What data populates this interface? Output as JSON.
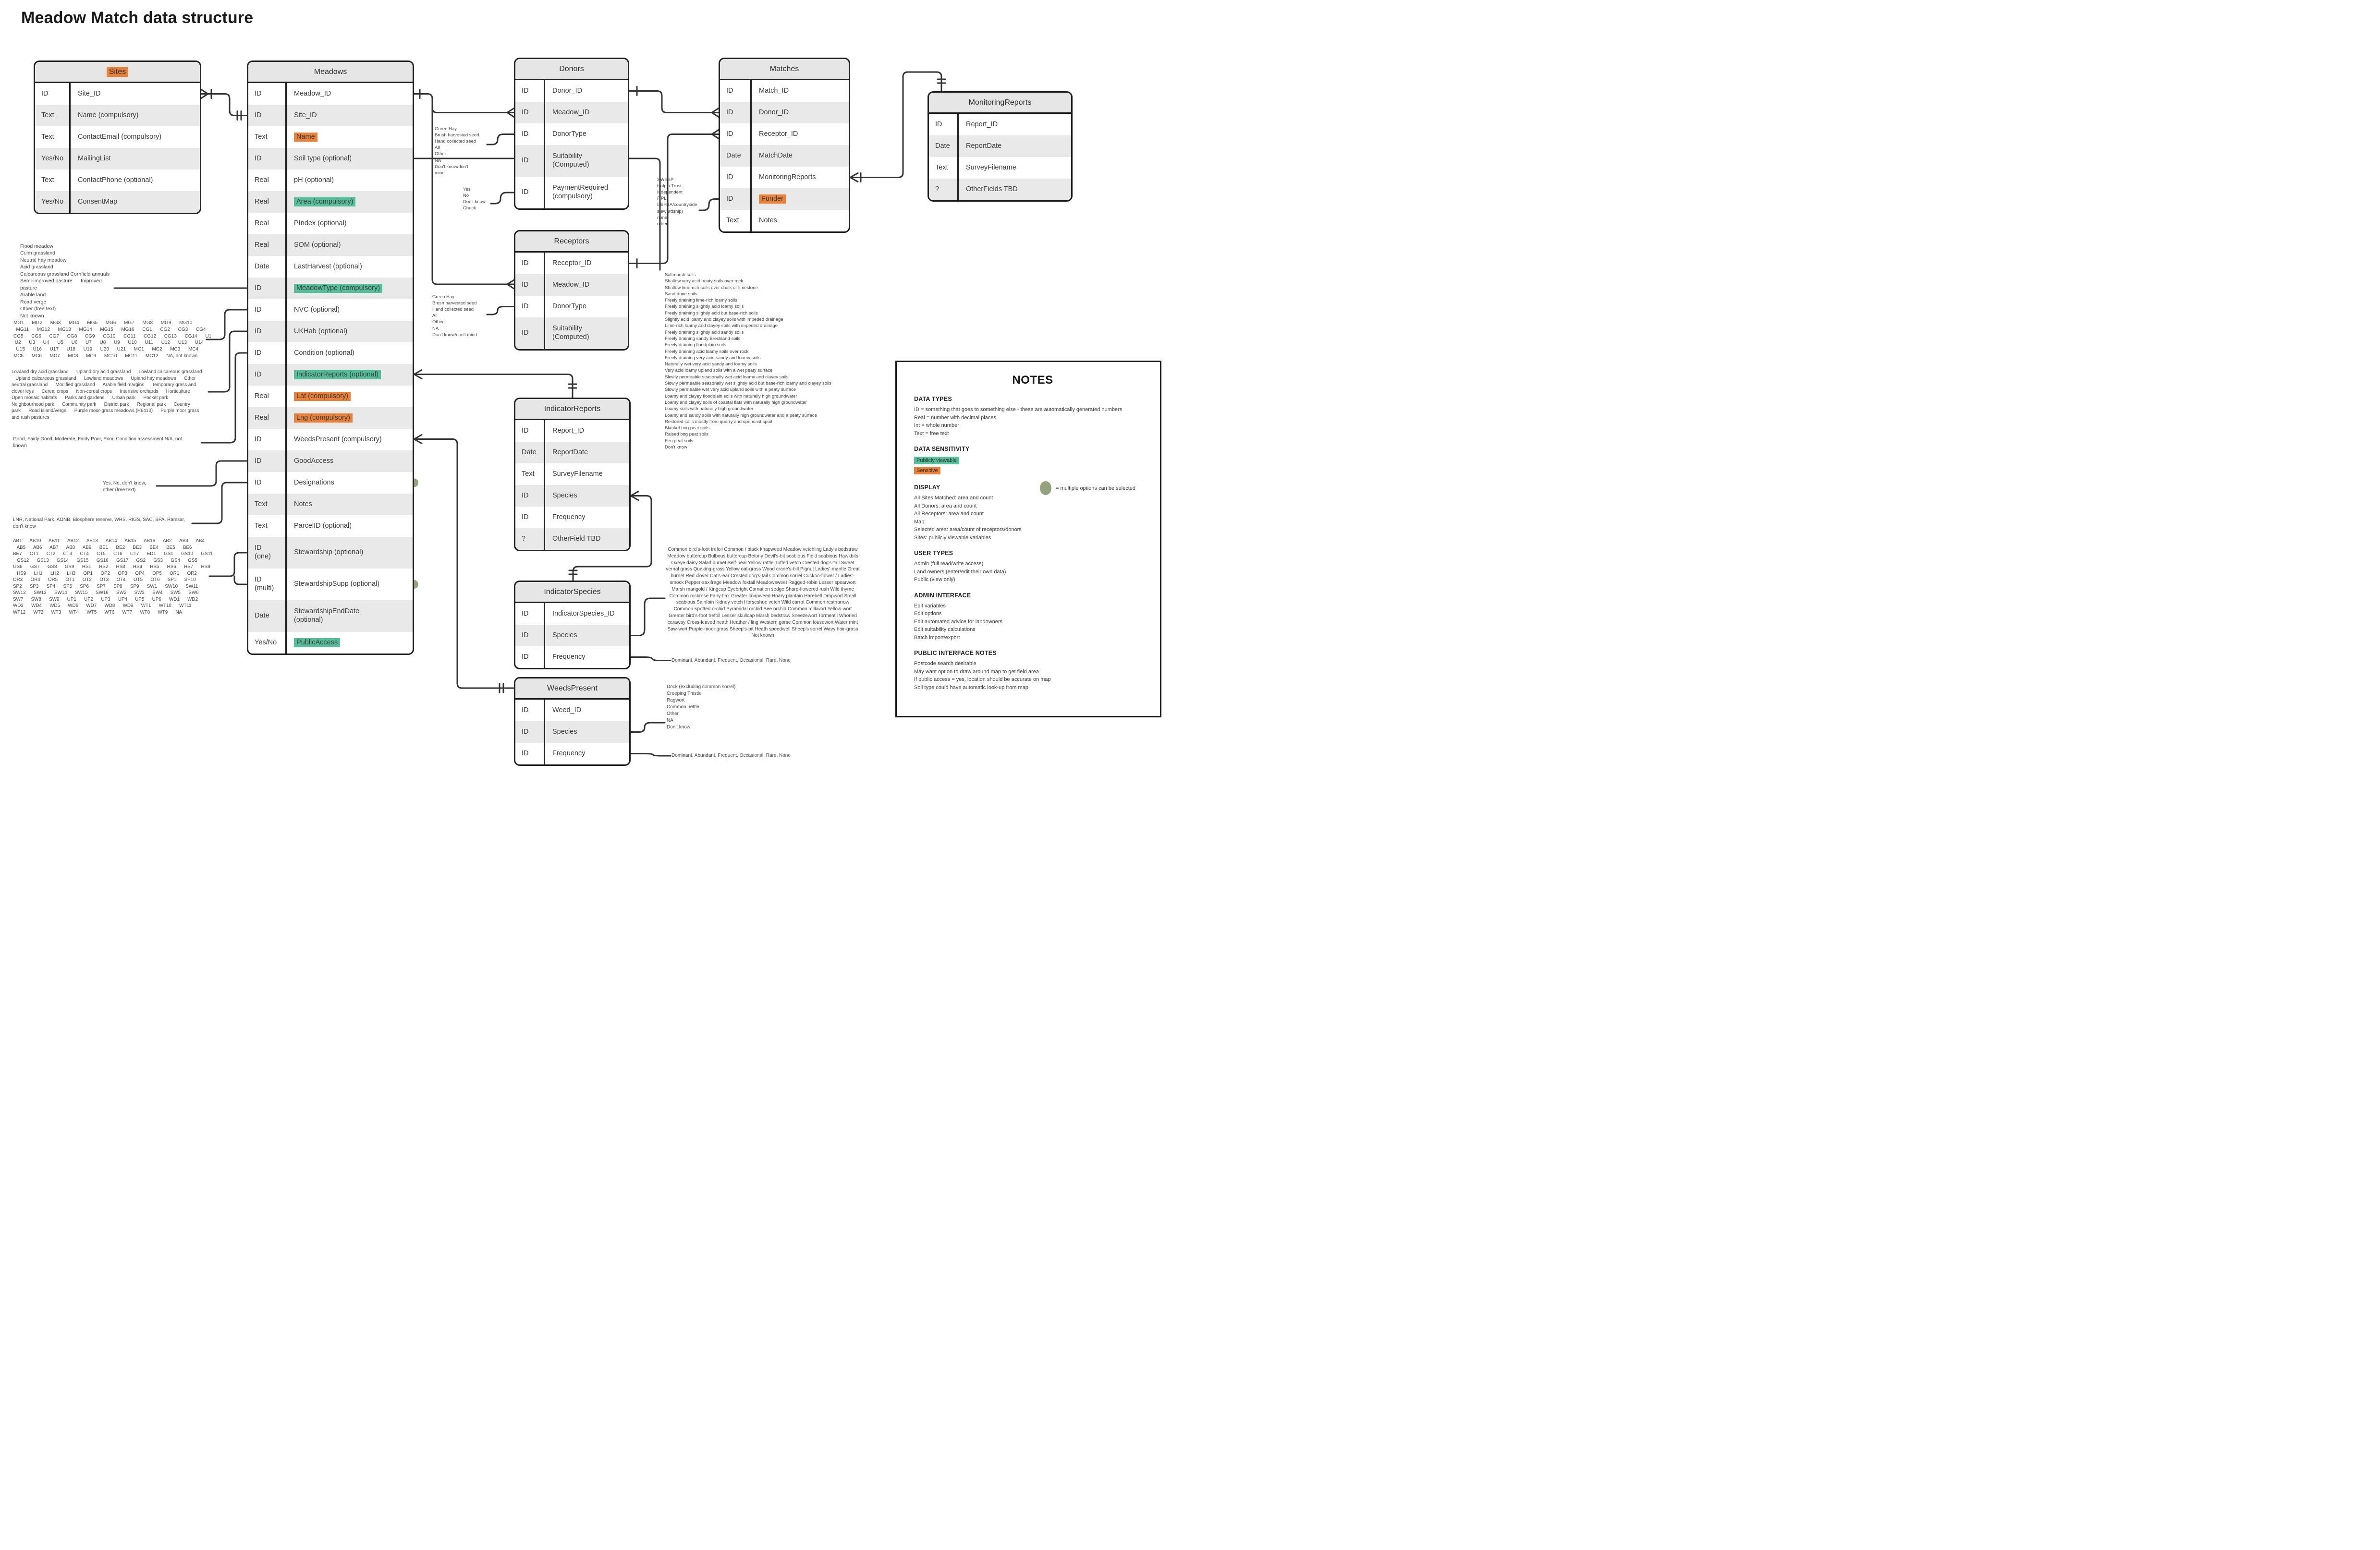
{
  "title": "Meadow Match data structure",
  "colors": {
    "orange_highlight": "#E8813C",
    "green_highlight": "#57BE9C",
    "multi_option_dot": "#94A37D"
  },
  "tables": {
    "sites": {
      "title": "Sites",
      "rows": [
        {
          "type": "ID",
          "name": "Site_ID"
        },
        {
          "type": "Text",
          "name": "Name (compulsory)"
        },
        {
          "type": "Text",
          "name": "ContactEmail (compulsory)"
        },
        {
          "type": "Yes/No",
          "name": "MailingList"
        },
        {
          "type": "Text",
          "name": "ContactPhone (optional)"
        },
        {
          "type": "Yes/No",
          "name": "ConsentMap"
        }
      ]
    },
    "meadows": {
      "title": "Meadows",
      "rows": [
        {
          "type": "ID",
          "name": "Meadow_ID"
        },
        {
          "type": "ID",
          "name": "Site_ID"
        },
        {
          "type": "Text",
          "name": "Name",
          "hl": "orange"
        },
        {
          "type": "ID",
          "name": "Soil type (optional)"
        },
        {
          "type": "Real",
          "name": "pH (optional)"
        },
        {
          "type": "Real",
          "name": "Area (compulsory)",
          "hl": "green"
        },
        {
          "type": "Real",
          "name": "PIndex (optional)"
        },
        {
          "type": "Real",
          "name": "SOM (optional)"
        },
        {
          "type": "Date",
          "name": "LastHarvest (optional)"
        },
        {
          "type": "ID",
          "name": "MeadowType (compulsory)",
          "hl": "green"
        },
        {
          "type": "ID",
          "name": "NVC (optional)"
        },
        {
          "type": "ID",
          "name": "UKHab (optional)"
        },
        {
          "type": "ID",
          "name": "Condition (optional)"
        },
        {
          "type": "ID",
          "name": "IndicatorReports (optional)",
          "hl": "green"
        },
        {
          "type": "Real",
          "name": "Lat (compulsory)",
          "hl": "orange"
        },
        {
          "type": "Real",
          "name": "Lng (compulsory)",
          "hl": "orange"
        },
        {
          "type": "ID",
          "name": "WeedsPresent (compulsory)"
        },
        {
          "type": "ID",
          "name": "GoodAccess"
        },
        {
          "type": "ID",
          "name": "Designations",
          "dot": true
        },
        {
          "type": "Text",
          "name": "Notes"
        },
        {
          "type": "Text",
          "name": "ParcelID (optional)"
        },
        {
          "type": "ID\n(one)",
          "name": "Stewardship (optional)",
          "tall": true
        },
        {
          "type": "ID\n(multi)",
          "name": "StewardshipSupp (optional)",
          "tall": true,
          "dot": true
        },
        {
          "type": "Date",
          "name": "StewardshipEndDate\n(optional)",
          "tall": true
        },
        {
          "type": "Yes/No",
          "name": "PublicAccess",
          "hl": "green"
        }
      ]
    },
    "donors": {
      "title": "Donors",
      "rows": [
        {
          "type": "ID",
          "name": "Donor_ID"
        },
        {
          "type": "ID",
          "name": "Meadow_ID"
        },
        {
          "type": "ID",
          "name": "DonorType"
        },
        {
          "type": "ID",
          "name": "Suitability\n(Computed)",
          "tall": true
        },
        {
          "type": "ID",
          "name": "PaymentRequired\n(compulsory)",
          "tall": true
        }
      ]
    },
    "receptors": {
      "title": "Receptors",
      "rows": [
        {
          "type": "ID",
          "name": "Receptor_ID"
        },
        {
          "type": "ID",
          "name": "Meadow_ID"
        },
        {
          "type": "ID",
          "name": "DonorType"
        },
        {
          "type": "ID",
          "name": "Suitability\n(Computed)",
          "tall": true
        }
      ]
    },
    "matches": {
      "title": "Matches",
      "rows": [
        {
          "type": "ID",
          "name": "Match_ID"
        },
        {
          "type": "ID",
          "name": "Donor_ID"
        },
        {
          "type": "ID",
          "name": "Receptor_ID"
        },
        {
          "type": "Date",
          "name": "MatchDate"
        },
        {
          "type": "ID",
          "name": "MonitoringReports"
        },
        {
          "type": "ID",
          "name": "Funder",
          "hl": "orange"
        },
        {
          "type": "Text",
          "name": "Notes"
        }
      ]
    },
    "monitoring_reports": {
      "title": "MonitoringReports",
      "rows": [
        {
          "type": "ID",
          "name": "Report_ID"
        },
        {
          "type": "Date",
          "name": "ReportDate"
        },
        {
          "type": "Text",
          "name": "SurveyFilename"
        },
        {
          "type": "?",
          "name": "OtherFields TBD"
        }
      ]
    },
    "indicator_reports": {
      "title": "IndicatorReports",
      "rows": [
        {
          "type": "ID",
          "name": "Report_ID"
        },
        {
          "type": "Date",
          "name": "ReportDate"
        },
        {
          "type": "Text",
          "name": "SurveyFilename"
        },
        {
          "type": "ID",
          "name": "Species"
        },
        {
          "type": "ID",
          "name": "Frequency"
        },
        {
          "type": "?",
          "name": "OtherField TBD"
        }
      ]
    },
    "indicator_species": {
      "title": "IndicatorSpecies",
      "rows": [
        {
          "type": "ID",
          "name": "IndicatorSpecies_ID"
        },
        {
          "type": "ID",
          "name": "Species"
        },
        {
          "type": "ID",
          "name": "Frequency"
        }
      ]
    },
    "weeds_present": {
      "title": "WeedsPresent",
      "rows": [
        {
          "type": "ID",
          "name": "Weed_ID"
        },
        {
          "type": "ID",
          "name": "Species"
        },
        {
          "type": "ID",
          "name": "Frequency"
        }
      ]
    }
  },
  "annotations": {
    "meadow_type_options": [
      "Flood meadow",
      "Culm grassland",
      "Neutral hay meadow",
      "Acid grassland",
      "Calcareous grassland Cornfield annuals",
      "Semi-improved pasture      Improved",
      "pasture",
      "Arable land",
      "Road verge",
      "Other (free text)",
      "Not known"
    ],
    "nvc_options": [
      "MG1      MG2      MG3      MG4      MG5      MG6      MG7      MG8      MG9      MG10",
      "  MG11      MG12      MG13      MG14      MG15      MG16      CG1      CG2      CG3      CG4",
      "CG5      CG6      CG7      CG8      CG9      CG10      CG11      CG12      CG13      CG14      U1",
      " U2      U3      U4      U5      U6      U7      U8      U9      U10      U11      U12      U13      U14",
      "  U15      U16      U17      U18      U19      U20      U21      MC1      MC2      MC3      MC4",
      "MC5      MC6      MC7      MC8      MC9      MC10      MC11      MC12      NA, not known"
    ],
    "ukhab_options": [
      "Lowland dry acid grassland      Upland dry acid grassland      Lowland calcareous grassland",
      "   Upland calcareous grassland      Lowland meadows      Upland hay meadows      Other",
      "neutral grassland      Modified grassland      Arable field margins      Temporary grass and",
      "clover leys      Cereal crops      Non-cereal crops      Intensive orchards      Horticulture",
      "Open mosaic habitats      Parks and gardens      Urban park      Pocket park",
      "Neighbourhood park      Community park      District park      Regional park      Country",
      "park      Road island/verge      Purple moor-grass meadows (H6410)      Purple moor grass",
      "and rush pastures"
    ],
    "condition_options": [
      "Good, Fairly Good, Moderate, Fairly Poor, Poor, Condition assessment N/A, not",
      "known"
    ],
    "good_access_options": [
      "Yes, No, don't know,",
      "other (free text)"
    ],
    "designations_options": [
      "LNR, National Park, AONB, Biosphere reserve, WHS, RIGS, SAC, SPA, Ramsar,",
      "don't know"
    ],
    "stewardship_options": [
      "AB1      AB10      AB11      AB12      AB13      AB14      AB15      AB16      AB2      AB3      AB4",
      "   AB5      AB6      AB7      AB8      AB9      BE1      BE2      BE3      BE4      BE5      BE6",
      "BE7      CT1      CT2      CT3      CT4      CT5      CT6      CT7      ED1      GS1      GS10      GS11",
      "   GS12      GS13      GS14      GS15      GS16      GS17      GS2      GS3      GS4      GS5",
      "GS6      GS7      GS8      GS9      HS1      HS2      HS3      HS4      HS5      HS6      HS7      HS8",
      "   HS9      LH1      LH2      LH3      OP1      OP2      OP3      OP4      OP5      OR1      OR2",
      "OR3      OR4      OR5      OT1      OT2      OT3      OT4      OT5      OT6      SP1      SP10",
      "SP2      SP3      SP4      SP5      SP6      SP7      SP8      SP9      SW1      SW10      SW11",
      "SW12      SW13      SW14      SW15      SW16      SW2      SW3      SW4      SW5      SW6",
      "SW7      SW8      SW9      UP1      UP2      UP3      UP4      UP5      UP6      WD1      WD2",
      "WD3      WD4      WD5      WD6      WD7      WD8      WD9      WT1      WT10      WT11",
      "WT12      WT2      WT3      WT4      WT5      WT6      WT7      WT8      WT9      NA"
    ],
    "donor_type_options": [
      "Green Hay",
      "Brush harvested seed",
      "Hand collected seed",
      "All",
      "Other",
      "NA",
      "Don't know/don't",
      "mind"
    ],
    "payment_required_options": [
      "Yes",
      "No",
      "Don't know",
      "Check"
    ],
    "receptor_donor_type_options": [
      "Green Hay",
      "Brush harvested seed",
      "Hand collected seed",
      "All",
      "Other",
      "NA",
      "Don't know/don't mind"
    ],
    "funder_options": [
      "SWEEP",
      "Halpin Trust",
      "Independent",
      "FiPL",
      "DEFRA/countryside",
      "stewardship)",
      "none",
      "other"
    ],
    "soil_type_options": [
      "Saltmarsh soils",
      "Shallow very acid peaty soils over rock",
      "Shallow lime-rich soils over chalk or limestone",
      "Sand dune soils",
      "Freely draining lime-rich loamy soils",
      "Freely draining slightly acid loamy soils",
      "Freely draining slightly acid but base-rich soils",
      "Slightly acid loamy and clayey soils with impeded drainage",
      "Lime-rich loamy and clayey soils with impeded drainage",
      "Freely draining slightly acid sandy soils",
      "Freely draining sandy Breckland soils",
      "Freely draining floodplain soils",
      "Freely draining acid loamy soils over rock",
      "Freely draining very acid sandy and loamy soils",
      "Naturally wet very acid sandy and loamy soils",
      "Very acid loamy upland soils with a wet peaty surface",
      "Slowly permeable seasonally wet acid loamy and clayey soils",
      "Slowly permeable seasonally wet slightly acid but base-rich loamy and clayey soils",
      "Slowly permeable wet very acid upland soils with a peaty surface",
      "Loamy and clayey floodplain soils with naturally high groundwater",
      "Loamy and clayey soils of coastal flats with naturally high groundwater",
      "Loamy soils with naturally high groundwater",
      "Loamy and sandy soils with naturally high groundwater and a peaty surface",
      "Restored soils mostly from quarry and opencast spoil",
      "Blanket bog peat soils",
      "Raised bog peat soils",
      "Fen peat soils",
      "Don't know"
    ],
    "indicator_species_options": [
      "Common bird's-foot trefoil",
      "Common / black knapweed",
      "Meadow vetchling",
      "Lady's bedstraw",
      "Meadow buttercup",
      "Bulbous buttercup",
      "Betony",
      "Devil's-bit scabious",
      "Field scabious",
      "Hawkbits",
      "Oxeye daisy",
      "Salad burnet",
      "Self-heal",
      "Yellow rattle",
      "Tufted vetch",
      "Crested dog's-tail",
      "Sweet vernal grass",
      "Quaking-grass",
      "Yellow oat-grass",
      "Wood crane's-bill",
      "Pignut",
      "Ladies'-mantle",
      "Great burnet",
      "Red clover",
      "Cat's-ear",
      "Crested dog's-tail",
      "Common sorrel",
      "Cuckoo-flower / Ladies'- smock",
      "Pepper-saxifrage",
      "Meadow foxtail",
      "Meadowsweet",
      "Ragged-robin",
      "Lesser spearwort",
      "Marsh marigold / Kingcup",
      "Eyebright",
      "Carnation sedge",
      "Sharp-flowered rush",
      "Wild thyme",
      "Common rockrose",
      "Fairy-flax",
      "Greater knapweed",
      "Hoary plantain",
      "Harebell",
      "Dropwort",
      "Small scabious",
      "Sainfoin",
      "Kidney vetch",
      "Horseshoe vetch",
      "Wild carrot",
      "Common restharrow",
      "Common-spotted orchid",
      "Pyramidal orchid",
      "Bee orchid",
      "Common milkwort",
      "Yellow-wort",
      "Greater bird's-foot trefoil",
      "Lesser skullcap",
      "Marsh bedstraw",
      "Sneezewort",
      "Tormentil",
      "Whorled caraway",
      "Cross-leaved heath",
      "Heather / ling",
      "Western gorse",
      "Common lousewort",
      "Water mint",
      "Saw-wort",
      "Purple-moor grass",
      "Sheep's-bit",
      "Heath speedwell",
      "Sheep's sorrel",
      "Wavy hair-grass",
      "Not known"
    ],
    "indicator_frequency_options": "Dominant, Abundant, Frequent, Occasional, Rare, None",
    "weed_species_options": [
      "Dock (excluding common sorrel)",
      "Creeping Thistle",
      "Ragwort",
      "Common nettle",
      "Other",
      "NA",
      "Don't know"
    ],
    "weed_frequency_options": "Dominant, Abundant, Frequent, Occasional, Rare, None"
  },
  "notes": {
    "title": "NOTES",
    "data_types": {
      "heading": "DATA TYPES",
      "lines": [
        "ID = something that goes to something else - these are automatically generated numbers",
        "Real = number with decimal places",
        "Int = whole number",
        "Text = free text"
      ]
    },
    "legend_dot_label": "= multiple options can be selected",
    "data_sensitivity": {
      "heading": "DATA SENSITIVITY",
      "publicly_viewable": "Publicly viewable",
      "sensitive": "Sensitive"
    },
    "display": {
      "heading": "DISPLAY",
      "lines": [
        "All Sites Matched: area and count",
        "All Donors: area and count",
        "All Receptors: area and count",
        "Map",
        "Selected area: area/count of receptors/donors",
        "Sites: publicly viewable variables"
      ]
    },
    "user_types": {
      "heading": "USER TYPES",
      "lines": [
        "Admin (full read/write access)",
        "Land owners (enter/edit their own data)",
        "Public (view only)"
      ]
    },
    "admin_interface": {
      "heading": "ADMIN INTERFACE",
      "lines": [
        "Edit variables",
        "Edit options",
        "Edit automated advice for landowners",
        "Edit suitability calculations",
        "Batch import/export"
      ]
    },
    "public_interface_notes": {
      "heading": "PUBLIC INTERFACE NOTES",
      "lines": [
        "Postcode search desirable",
        "May want option to draw around map to get field area",
        "If public access = yes, location should be accurate on map",
        "Soil type could have automatic look-up from map"
      ]
    }
  }
}
